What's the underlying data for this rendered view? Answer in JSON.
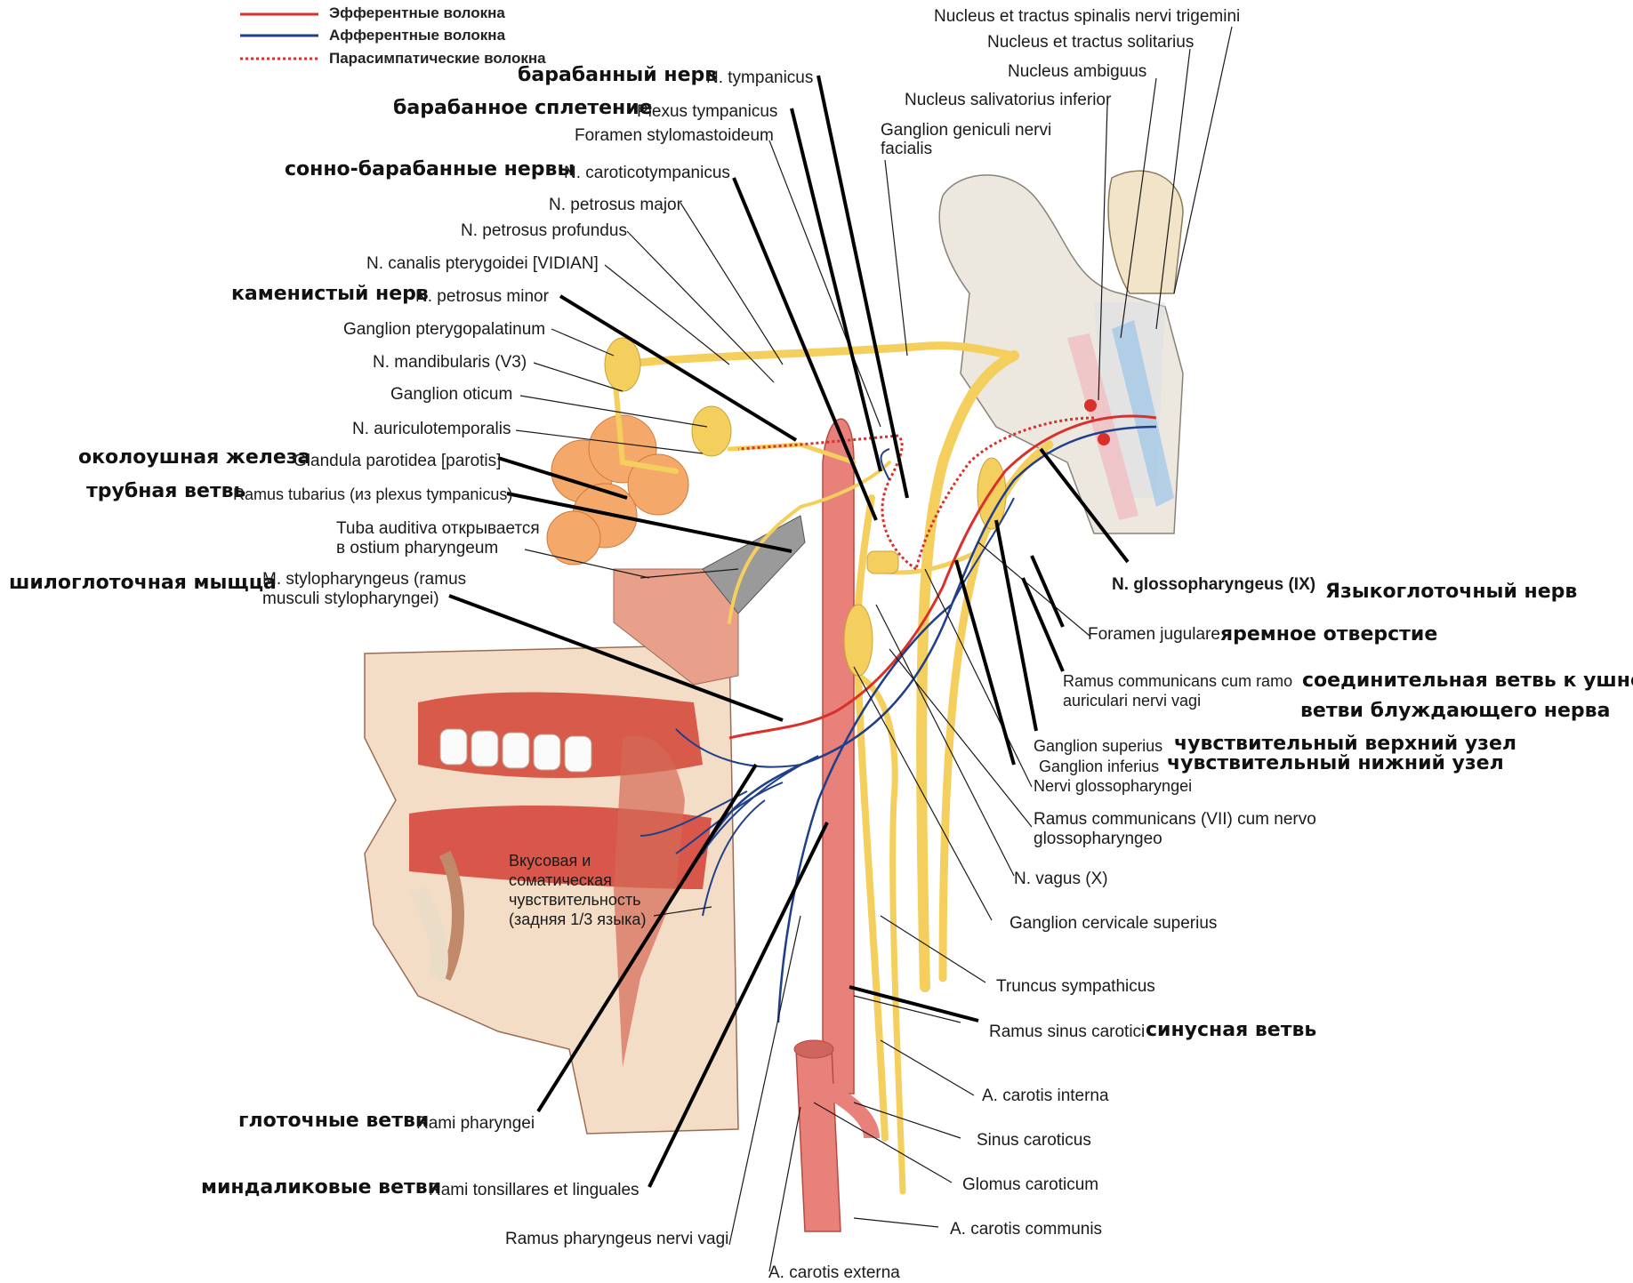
{
  "legend": {
    "efferent": "Эфферентные волокна",
    "afferent": "Афферентные волокна",
    "parasympathetic": "Парасимпатические волокна",
    "colors": {
      "efferent": "#d9302a",
      "afferent": "#1f3f8a",
      "parasympathetic": "#d9302a"
    }
  },
  "labels": {
    "nucleus_trigemini": "Nucleus et tractus spinalis nervi trigemini",
    "nucleus_solitarius": "Nucleus et tractus solitarius",
    "nucleus_ambiguus": "Nucleus ambiguus",
    "nucleus_salivatorius": "Nucleus salivatorius inferior",
    "ganglion_geniculi_1": "Ganglion geniculi nervi",
    "ganglion_geniculi_2": "facialis",
    "n_tympanicus_ru": "барабанный нерв",
    "n_tympanicus": "N. tympanicus",
    "plexus_tympanicus_ru": "барабанное сплетение",
    "plexus_tympanicus": "Plexus tympanicus",
    "foramen_stylomastoideum": "Foramen stylomastoideum",
    "caroticotympanicus_ru": "сонно-барабанные нервы",
    "caroticotympanicus": "N. caroticotympanicus",
    "petrosus_major": "N. petrosus major",
    "petrosus_profundus": "N. petrosus profundus",
    "canalis_pterygoidei": "N. canalis pterygoidei [VIDIAN]",
    "petrosus_minor_ru": "каменистый нерв",
    "petrosus_minor": "N. petrosus minor",
    "ganglion_pterygopalatinum": "Ganglion pterygopalatinum",
    "n_mandibularis": "N. mandibularis (V3)",
    "ganglion_oticum": "Ganglion oticum",
    "auriculotemporalis": "N. auriculotemporalis",
    "parotis_ru": "околоушная железа",
    "parotis": "Glandula parotidea [parotis]",
    "tubarius_ru": "трубная ветвь",
    "tubarius": "Ramus tubarius (из plexus tympanicus)",
    "tuba_1": "Tuba auditiva открывается",
    "tuba_2": "в ostium pharyngeum",
    "stylopharyngeus_ru": "шилоглоточная мыщца",
    "stylopharyngeus_1": "M. stylopharyngeus (ramus",
    "stylopharyngeus_2": "musculi stylopharyngei)",
    "glossopharyngeus": "N. glossopharyngeus (IX)",
    "glossopharyngeus_ru": "Языкоглоточный нерв",
    "foramen_jugulare": "Foramen jugulare",
    "foramen_jugulare_ru": "яремное отверстие",
    "communicans_vagi_1": "Ramus communicans cum ramo",
    "communicans_vagi_2": "auriculari nervi vagi",
    "communicans_vagi_ru_1": "соединительная ветвь к ушной",
    "communicans_vagi_ru_2": "ветви блуждающего нерва",
    "ganglion_superius": "Ganglion superius",
    "ganglion_superius_ru": "чувствительный верхний узел",
    "ganglion_inferius": "Ganglion inferius",
    "ganglion_inferius_ru": "чувствительный нижний узел",
    "nervi_glossopharyngei": "Nervi glossopharyngei",
    "communicans_vii_1": "Ramus communicans (VII) cum nervo",
    "communicans_vii_2": "glossopharyngeo",
    "n_vagus": "N. vagus (X)",
    "ganglion_cervicale": "Ganglion cervicale superius",
    "vkus_1": "Вкусовая и",
    "vkus_2": "соматическая",
    "vkus_3": "чувствительность",
    "vkus_4": "(задняя 1/3 языка)",
    "truncus_sympathicus": "Truncus sympathicus",
    "sinus_carotici": "Ramus sinus carotici",
    "sinus_carotici_ru": "синусная ветвь",
    "carotis_interna": "A. carotis interna",
    "sinus_caroticus": "Sinus caroticus",
    "glomus_caroticum": "Glomus caroticum",
    "carotis_communis": "A. carotis communis",
    "pharyngei_ru": "глоточные ветви",
    "pharyngei": "Rami pharyngei",
    "tonsillares_ru": "миндаликовые ветви",
    "tonsillares": "Rami tonsillares et linguales",
    "pharyngeus_vagi": "Ramus pharyngeus nervi vagi",
    "carotis_externa": "A. carotis externa"
  }
}
